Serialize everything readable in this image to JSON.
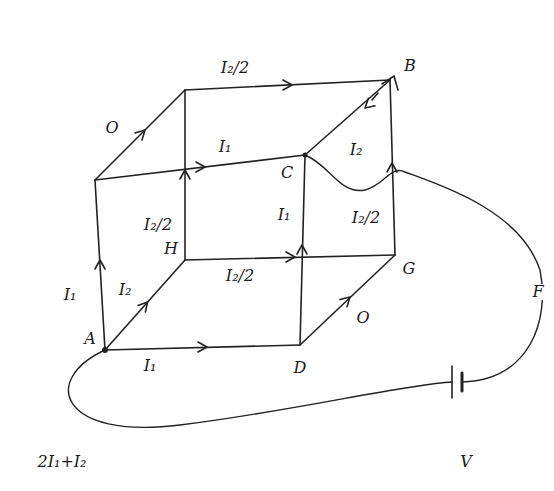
{
  "diagram": {
    "labels": [
      "I₂/2",
      "B",
      "O",
      "I₁",
      "C",
      "I₂",
      "I₁",
      "I₂/2",
      "H",
      "I₂/2",
      "I₂/2",
      "G",
      "I₁",
      "I₂",
      "A",
      "I₁",
      "D",
      "O",
      "2I₁+I₂",
      "V",
      "F"
    ]
  }
}
